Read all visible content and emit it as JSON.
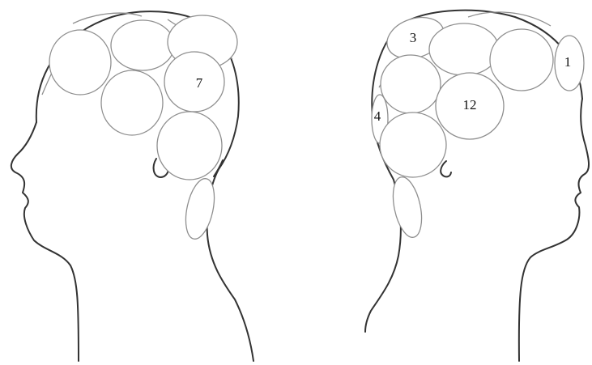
{
  "diagram": {
    "heads": [
      {
        "facing": "left",
        "labels": {
          "r7": "7"
        }
      },
      {
        "facing": "right",
        "labels": {
          "r1": "1",
          "r3": "3",
          "r4": "4",
          "r12": "12"
        }
      }
    ]
  },
  "colors": {
    "background": "#ffffff",
    "outline": "#333333",
    "region_stroke": "#8f8f8f",
    "label_text": "#111111"
  }
}
